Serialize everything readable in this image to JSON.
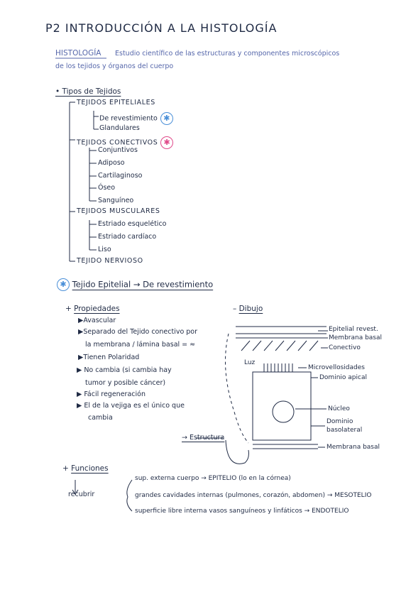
{
  "title": "P2 INTRODUCCIÓN A LA HISTOLOGÍA",
  "definition": {
    "term": "HISTOLOGÍA",
    "line1": "Estudio científico de las estructuras y componentes microscópicos",
    "line2": "de los tejidos y órganos del cuerpo"
  },
  "types": {
    "heading": "Tipos de Tejidos",
    "epitelial": {
      "label": "TEJIDOS EPITELIALES",
      "items": [
        "De revestimiento",
        "Glandulares"
      ]
    },
    "conectivo": {
      "label": "TEJIDOS CONECTIVOS",
      "items": [
        "Conjuntivos",
        "Adiposo",
        "Cartilaginoso",
        "Óseo",
        "Sanguíneo"
      ]
    },
    "muscular": {
      "label": "TEJIDOS MUSCULARES",
      "items": [
        "Estriado esquelético",
        "Estriado cardíaco",
        "Liso"
      ]
    },
    "nervioso": {
      "label": "TEJIDO NERVIOSO"
    }
  },
  "section2": {
    "title": "Tejido Epitelial → De revestimiento"
  },
  "propiedades": {
    "heading": "Propiedades",
    "items": [
      "Avascular",
      "Separado del Tejido conectivo por",
      "la membrana / lámina basal = ≈",
      "Tienen Polaridad",
      "No cambia (si cambia hay",
      "tumor y posible cáncer)",
      "Fácil regeneración",
      "El de la vejiga es el único que",
      "cambia"
    ]
  },
  "dibujo": {
    "heading": "Dibujo",
    "labels": {
      "epitelial": "Epitelial revest.",
      "membrana_basal_top": "Membrana basal",
      "conectivo": "Conectivo",
      "luz": "Luz",
      "microvellosidades": "Microvellosidades",
      "dominio_apical": "Dominio apical",
      "nucleo": "Núcleo",
      "dominio_basolateral_1": "Dominio",
      "dominio_basolateral_2": "basolateral",
      "membrana_basal_bottom": "Membrana basal",
      "estructura": "Estructura"
    }
  },
  "funciones": {
    "heading": "Funciones",
    "recubrir": "recubrir",
    "lines": [
      "sup. externa cuerpo → EPITELIO (lo en la córnea)",
      "grandes cavidades internas (pulmones, corazón, abdomen) → MESOTELIO",
      "superficie libre interna vasos sanguíneos y linfáticos → ENDOTELIO"
    ]
  }
}
